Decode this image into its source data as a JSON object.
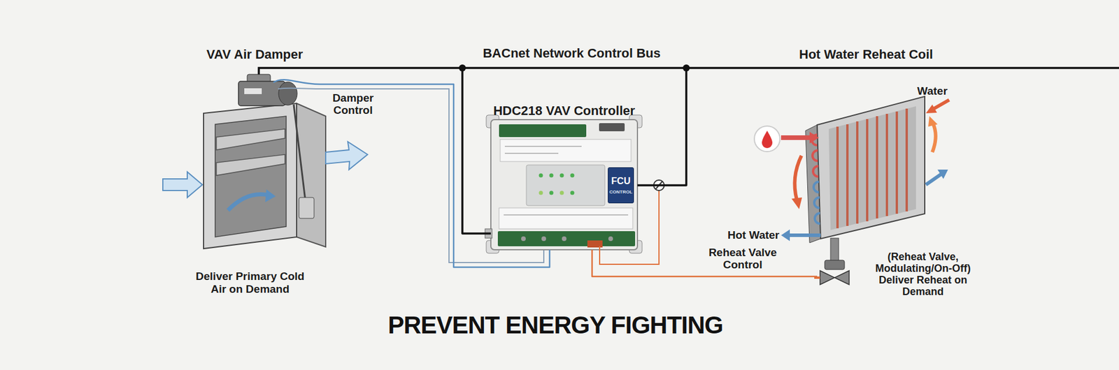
{
  "diagram": {
    "caption": "PREVENT ENERGY FIGHTING",
    "nodes": [
      {
        "text": [
          "VAV Air Damper",
          "Deliver Primary Cold Air on Demand"
        ]
      },
      {
        "text": [
          "HDC218 VAV Controller"
        ]
      },
      {
        "text": [
          "FCU",
          "CONTROL"
        ],
        "in": 1
      },
      {
        "text": [
          "Hot Water Reheat Coil"
        ]
      },
      {
        "text": [
          "(Reheat Valve, Modulating/On-Off) Deliver Reheat on Demand"
        ]
      }
    ],
    "edges": [
      {
        "from": 0,
        "to": 1,
        "label": "Damper Control",
        "arrow": "none"
      },
      {
        "from": 1,
        "to": 4,
        "label": "Reheat Valve Control",
        "arrow": "none"
      },
      {
        "from": 0,
        "to": 1,
        "arrow": "none"
      },
      {
        "from": 1,
        "to": 3,
        "arrow": "none"
      }
    ],
    "labels": [
      "BACnet Network Control Bus",
      "Water",
      "Hot Water"
    ]
  }
}
